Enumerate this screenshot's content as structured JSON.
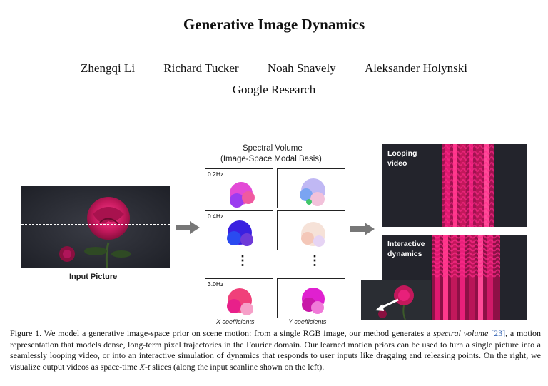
{
  "paper": {
    "title": "Generative Image Dynamics",
    "authors": [
      "Zhengqi Li",
      "Richard Tucker",
      "Noah Snavely",
      "Aleksander Holynski"
    ],
    "affiliation": "Google Research"
  },
  "figure": {
    "input_label": "Input Picture",
    "spectral_title_line1": "Spectral Volume",
    "spectral_title_line2": "(Image-Space Modal Basis)",
    "freq_labels": [
      "0.2Hz",
      "0.4Hz",
      "3.0Hz"
    ],
    "x_coeff_label": "X coefficients",
    "y_coeff_label": "Y coefficients",
    "looping_label_line1": "Looping",
    "looping_label_line2": "video",
    "interactive_label_line1": "Interactive",
    "interactive_label_line2": "dynamics",
    "dots": "⋮"
  },
  "caption": {
    "prefix": "Figure 1.  We model a generative image-space prior on scene motion: from a single RGB image, our method generates a ",
    "emph1": "spectral volume",
    "cite": "[23]",
    "middle": ", a motion representation that models dense, long-term pixel trajectories in the Fourier domain. Our learned motion priors can be used to turn a single picture into a seamlessly looping video, or into an interactive simulation of dynamics that responds to user inputs like dragging and releasing points. On the right, we visualize output videos as space-time ",
    "emph2": "X-t",
    "suffix": " slices (along the input scanline shown on the left)."
  },
  "colors": {
    "rose": "#c2185b",
    "rose_bright": "#e8207a",
    "dark_bg": "#23242c",
    "arrow": "#777777"
  }
}
